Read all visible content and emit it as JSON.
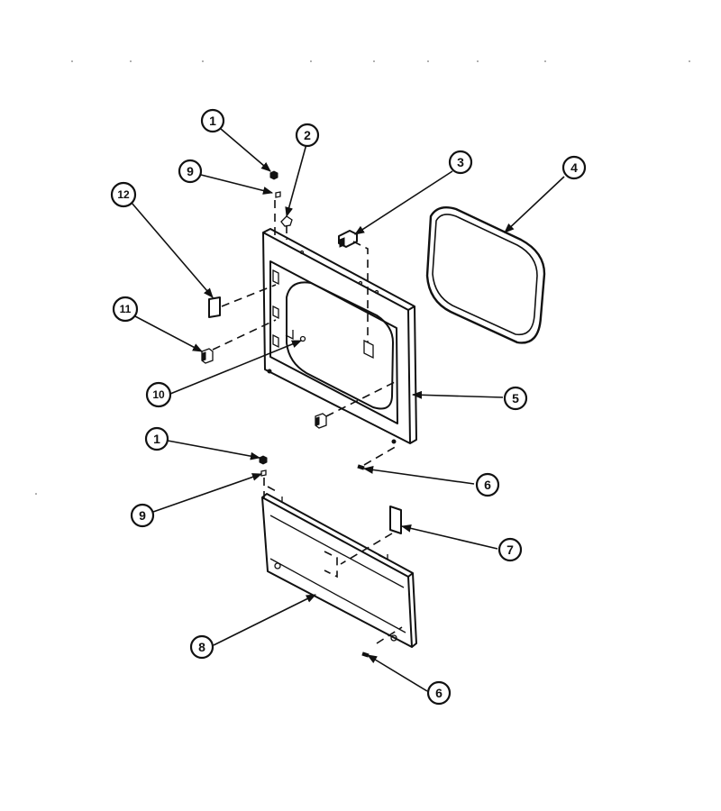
{
  "diagram": {
    "callouts": [
      {
        "label": "1"
      },
      {
        "label": "2"
      },
      {
        "label": "3"
      },
      {
        "label": "4"
      },
      {
        "label": "9"
      },
      {
        "label": "12"
      },
      {
        "label": "11"
      },
      {
        "label": "10"
      },
      {
        "label": "5"
      },
      {
        "label": "1"
      },
      {
        "label": "6"
      },
      {
        "label": "9"
      },
      {
        "label": "7"
      },
      {
        "label": "8"
      },
      {
        "label": "6"
      }
    ]
  }
}
